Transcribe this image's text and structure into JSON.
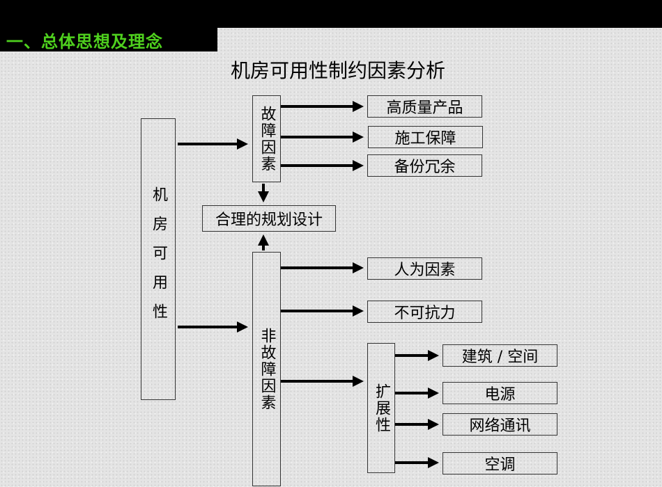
{
  "section_title": "一、总体思想及理念",
  "diagram_title": "机房可用性制约因素分析",
  "root": "机房可用性",
  "fault": {
    "label": "故障因素",
    "items": [
      "高质量产品",
      "施工保障",
      "备份冗余"
    ]
  },
  "planning": "合理的规划设计",
  "nonfault": {
    "label": "非故障因素",
    "items": [
      "人为因素",
      "不可抗力"
    ]
  },
  "scalability": {
    "label": "扩展性",
    "items": [
      "建筑 / 空间",
      "电源",
      "网络通讯",
      "空调"
    ]
  }
}
